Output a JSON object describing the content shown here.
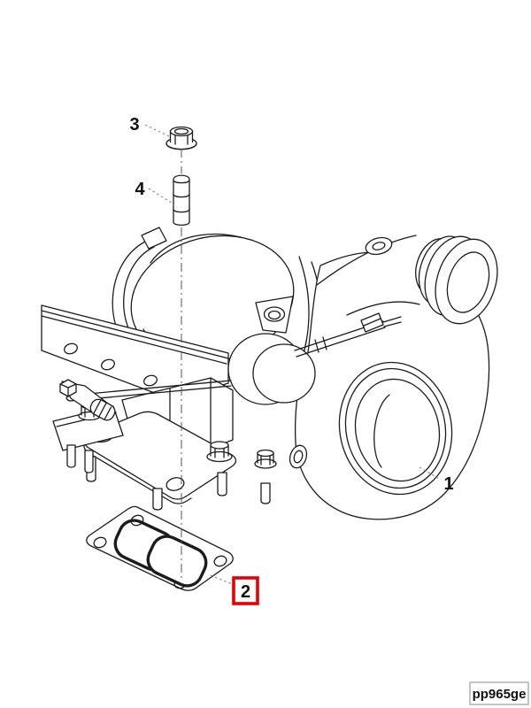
{
  "diagram": {
    "type": "exploded-parts-diagram",
    "subject": "turbocharger",
    "part_code": "pp965ge",
    "callouts": [
      {
        "label": "1",
        "part": "turbocharger-assembly",
        "highlighted": false
      },
      {
        "label": "2",
        "part": "mounting-gasket",
        "highlighted": true
      },
      {
        "label": "3",
        "part": "hex-flange-nut",
        "highlighted": false
      },
      {
        "label": "4",
        "part": "mounting-stud",
        "highlighted": false
      }
    ],
    "colors": {
      "background": "#ffffff",
      "line_art": "#1c1c1c",
      "leader_line": "#8f8f8f",
      "center_line": "#555555",
      "highlight_box": "#e60000",
      "callout_text": "#111111",
      "part_code_border": "#9c9c9c"
    }
  }
}
